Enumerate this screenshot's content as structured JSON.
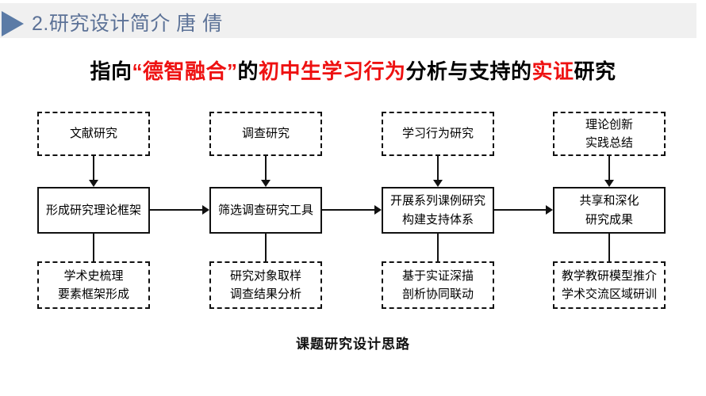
{
  "header": {
    "marker_icon": "triangle-right-icon",
    "title": "2.研究设计简介 唐 倩",
    "band_color": "#f0f0f0",
    "text_color": "#5c7297",
    "marker_color": "#5b7ba6"
  },
  "slide_title": {
    "accent_color": "#ee1111",
    "segments": [
      {
        "text": "指向",
        "highlight": false
      },
      {
        "text": "“德智融合”",
        "highlight": true
      },
      {
        "text": "的",
        "highlight": false
      },
      {
        "text": "初中生学习行为",
        "highlight": true
      },
      {
        "text": "分析与支持的",
        "highlight": false
      },
      {
        "text": "实证",
        "highlight": true
      },
      {
        "text": "研究",
        "highlight": false
      }
    ],
    "plain_text": "指向“德智融合”的初中生学习行为分析与支持的实证研究"
  },
  "diagram": {
    "caption": "课题研究设计思路",
    "columns": [
      {
        "id": "column-1",
        "top": {
          "style": "dashed",
          "lines": [
            "文献研究"
          ]
        },
        "middle": {
          "style": "solid",
          "lines": [
            "形成研究理论框架"
          ]
        },
        "bottom": {
          "style": "dashed",
          "lines": [
            "学术史梳理",
            "要素框架形成"
          ]
        }
      },
      {
        "id": "column-2",
        "top": {
          "style": "dashed",
          "lines": [
            "调查研究"
          ]
        },
        "middle": {
          "style": "solid",
          "lines": [
            "筛选调查研究工具"
          ]
        },
        "bottom": {
          "style": "dashed",
          "lines": [
            "研究对象取样",
            "调查结果分析"
          ]
        }
      },
      {
        "id": "column-3",
        "top": {
          "style": "dashed",
          "lines": [
            "学习行为研究"
          ]
        },
        "middle": {
          "style": "solid",
          "lines": [
            "开展系列课例研究",
            "构建支持体系"
          ]
        },
        "bottom": {
          "style": "dashed",
          "lines": [
            "基于实证深描",
            "剖析协同联动"
          ]
        }
      },
      {
        "id": "column-4",
        "top": {
          "style": "dashed",
          "lines": [
            "理论创新",
            "实践总结"
          ]
        },
        "middle": {
          "style": "solid",
          "lines": [
            "共享和深化",
            "研究成果"
          ]
        },
        "bottom": {
          "style": "dashed",
          "lines": [
            "教学教研模型推介",
            "学术交流区域研训"
          ]
        }
      }
    ]
  }
}
